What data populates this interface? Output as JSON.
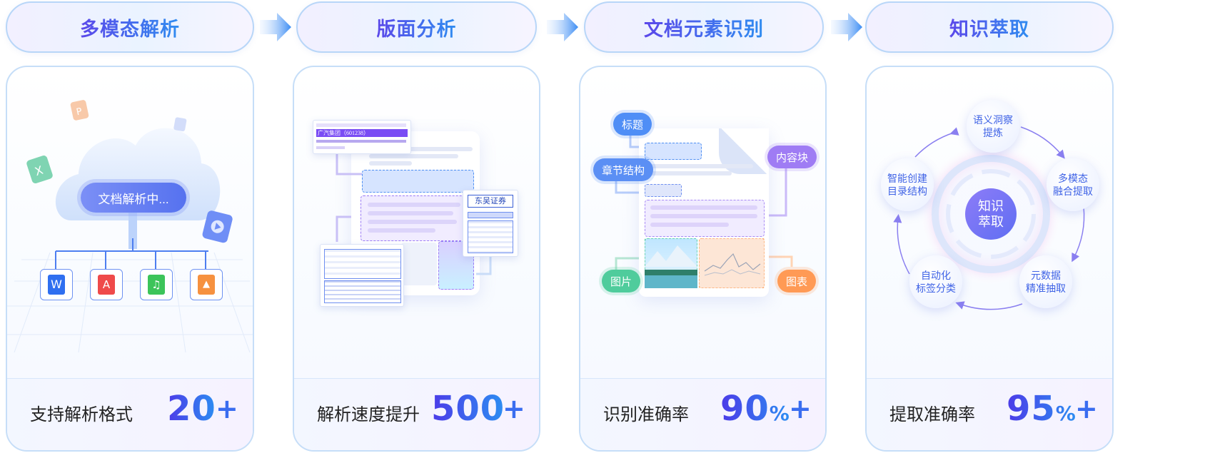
{
  "steps": [
    {
      "title": "多模态解析",
      "metric_label": "支持解析格式",
      "metric_value": "20",
      "metric_suffix": "",
      "plus": "+"
    },
    {
      "title": "版面分析",
      "metric_label": "解析速度提升",
      "metric_value": "500",
      "metric_suffix": "",
      "plus": "+"
    },
    {
      "title": "文档元素识别",
      "metric_label": "识别准确率",
      "metric_value": "90",
      "metric_suffix": "%",
      "plus": "+"
    },
    {
      "title": "知识萃取",
      "metric_label": "提取准确率",
      "metric_value": "95",
      "metric_suffix": "%",
      "plus": "+"
    }
  ],
  "card1": {
    "status_text": "文档解析中...",
    "file_icons": [
      "word-icon",
      "pdf-icon",
      "music-icon",
      "image-icon"
    ],
    "floating_icons": [
      "pdf-icon",
      "excel-icon",
      "file-icon",
      "video-icon"
    ]
  },
  "card2": {
    "snippet_lines": [
      "广汽集团（601238）"
    ],
    "logo_text": "东吴证券"
  },
  "card3": {
    "tags": {
      "title": "标题",
      "section": "章节结构",
      "content": "内容块",
      "image": "图片",
      "chart": "图表"
    }
  },
  "card4": {
    "center": [
      "知识",
      "萃取"
    ],
    "nodes": [
      [
        "语义洞察",
        "提炼"
      ],
      [
        "多模态",
        "融合提取"
      ],
      [
        "元数据",
        "精准抽取"
      ],
      [
        "自动化",
        "标签分类"
      ],
      [
        "智能创建",
        "目录结构"
      ]
    ]
  },
  "colors": {
    "accent_purple": "#5b48ea",
    "accent_blue": "#2f8cf0",
    "tag_blue": "#4e8ef6",
    "tag_purple": "#9f7cf4",
    "tag_green": "#4fcc9c",
    "tag_orange": "#ff9a55"
  }
}
